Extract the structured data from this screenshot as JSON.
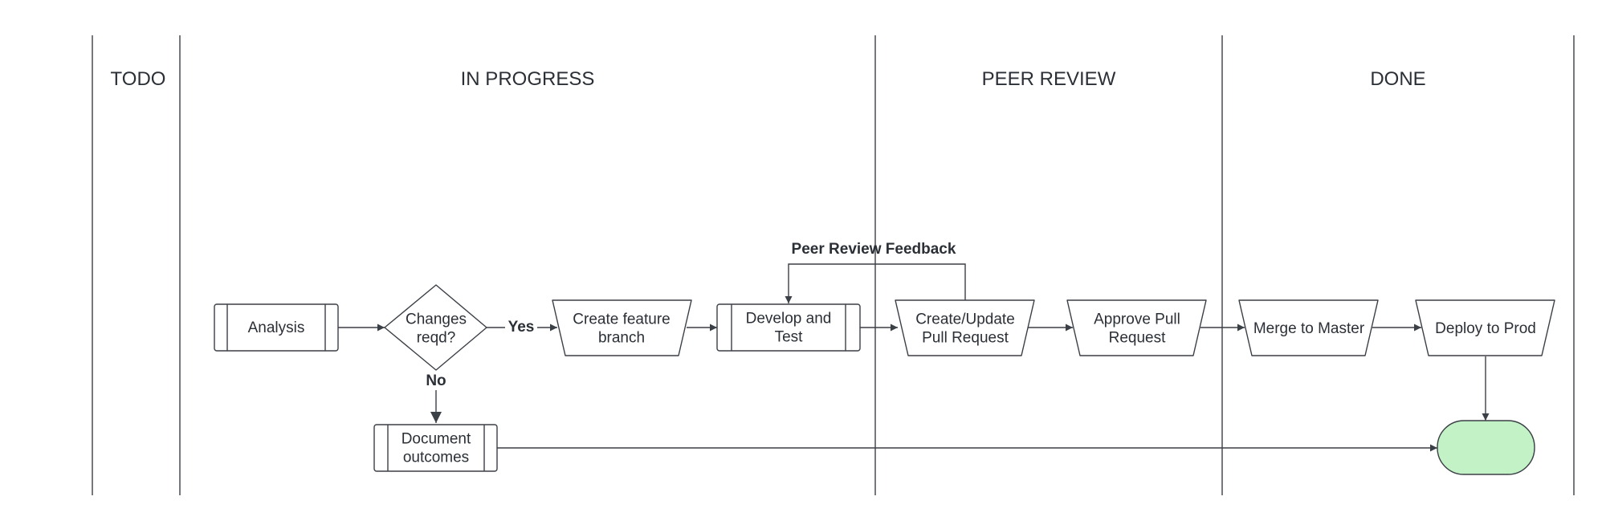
{
  "lanes": [
    {
      "title": "TODO"
    },
    {
      "title": "IN PROGRESS"
    },
    {
      "title": "PEER REVIEW"
    },
    {
      "title": "DONE"
    }
  ],
  "nodes": {
    "analysis": [
      "Analysis"
    ],
    "changes_reqd": [
      "Changes",
      "reqd?"
    ],
    "create_branch": [
      "Create feature",
      "branch"
    ],
    "develop_test": [
      "Develop and",
      "Test"
    ],
    "create_pr": [
      "Create/Update",
      "Pull Request"
    ],
    "approve_pr": [
      "Approve Pull",
      "Request"
    ],
    "merge": [
      "Merge to Master"
    ],
    "deploy": [
      "Deploy to Prod"
    ],
    "document": [
      "Document",
      "outcomes"
    ],
    "end": []
  },
  "edge_labels": {
    "yes": "Yes",
    "no": "No",
    "feedback": "Peer Review Feedback"
  },
  "colors": {
    "stroke": "#3b3f46",
    "terminal_fill": "#c2f2c5"
  }
}
